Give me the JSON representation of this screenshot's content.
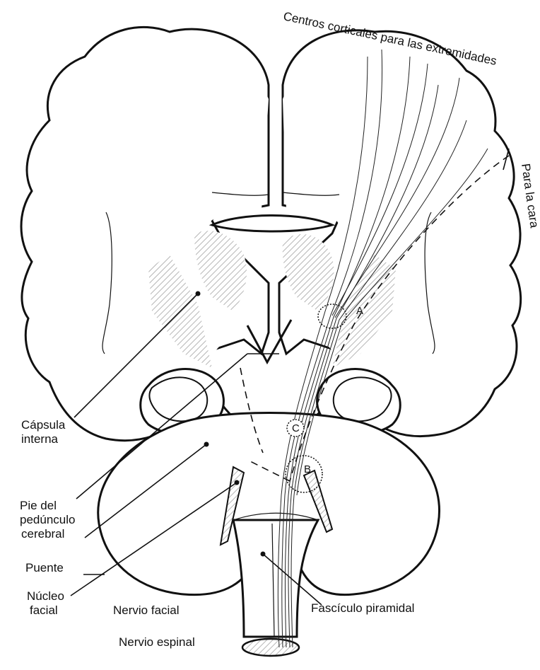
{
  "labels": {
    "cortical_centers_limbs": "Centros corticales para las extremidades",
    "for_face": "Para la cara",
    "internal_capsule_1": "Cápsula",
    "internal_capsule_2": "interna",
    "cerebral_peduncle_1": "Pie del",
    "cerebral_peduncle_2": "pedúnculo",
    "cerebral_peduncle_3": "cerebral",
    "pons": "Puente",
    "facial_nucleus_1": "Núcleo",
    "facial_nucleus_2": "facial",
    "facial_nerve": "Nervio facial",
    "pyramidal_tract": "Fascículo piramidal",
    "spinal_nerve": "Nervio espinal",
    "marker_a": "A",
    "marker_b": "B",
    "marker_c": "C"
  },
  "colors": {
    "ink": "#111111",
    "hatch": "#9a9a9a",
    "paper": "#ffffff"
  }
}
